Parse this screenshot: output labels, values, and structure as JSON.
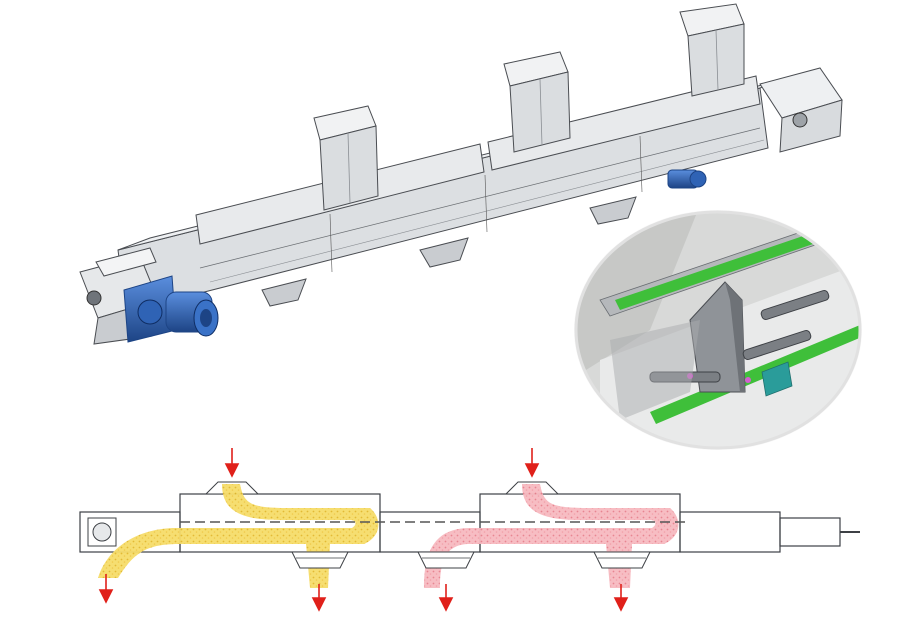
{
  "figure": {
    "views": [
      "isometric-conveyor",
      "chain-detail-closeup",
      "side-elevation-flow"
    ],
    "inlets": 3,
    "outlets": 4
  },
  "colors": {
    "housing": "#e4e6e8",
    "housing_shade": "#c9ccd0",
    "housing_dark": "#9ea3a8",
    "outline": "#4a4d52",
    "motor_blue": "#2f63b5",
    "motor_blue_dark": "#1d4485",
    "flow_a": "#f2cf4a",
    "flow_b": "#f2a3ad",
    "arrow_red": "#e0201a",
    "rail_green": "#3fbf3a",
    "flight_grey": "#8f9398",
    "accent_teal": "#2a9c9a"
  },
  "icons": {
    "motor": "gear-motor-icon",
    "inlet_arrow": "arrow-down-icon",
    "outlet_arrow": "arrow-down-icon"
  }
}
